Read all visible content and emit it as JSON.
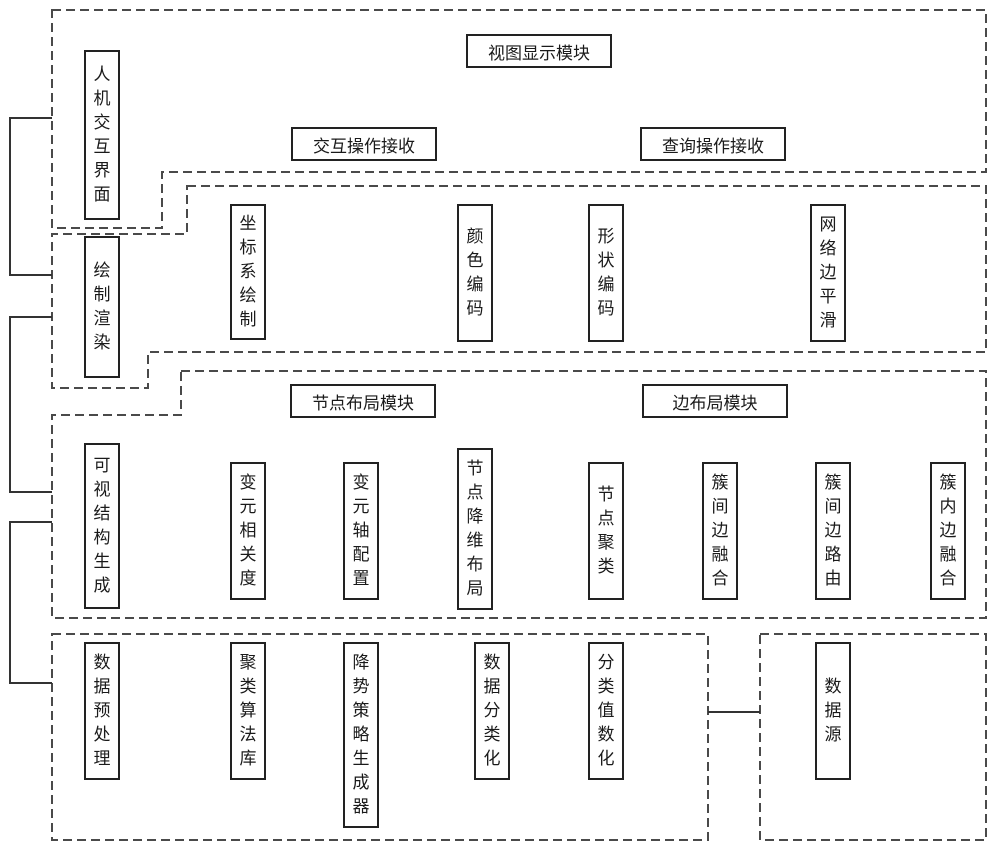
{
  "interface": {
    "side_label": "人机交互界面",
    "view_display": "视图显示模块",
    "interact_receive": "交互操作接收",
    "query_receive": "查询操作接收"
  },
  "render": {
    "side_label": "绘制渲染",
    "coordinate": "坐标系绘制",
    "color_encoding": "颜色编码",
    "shape_encoding": "形状编码",
    "edge_smoothing": "网络边平滑"
  },
  "layout": {
    "side_label": "可视结构生成",
    "node_layout_module": "节点布局模块",
    "edge_layout_module": "边布局模块",
    "variable_correlation": "变元相关度",
    "variable_axis_config": "变元轴配置",
    "node_dim_reduction_layout": "节点降维布局",
    "node_clustering": "节点聚类",
    "inter_cluster_edge_fusion": "簇间边融合",
    "inter_cluster_edge_routing": "簇间边路由",
    "intra_cluster_edge_fusion": "簇内边融合"
  },
  "data": {
    "preprocess": "数据预处理",
    "cluster_library": "聚类算法库",
    "reduction_strategy": "降势策略生成器",
    "data_classification": "数据分类化",
    "class_numeric": "分类值数化",
    "data_source": "数据源"
  }
}
